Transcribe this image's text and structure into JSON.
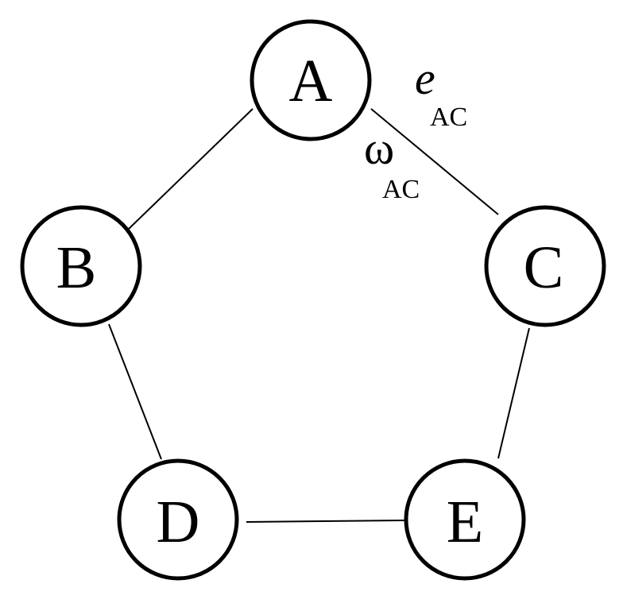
{
  "nodes": [
    {
      "id": "A",
      "label": "A"
    },
    {
      "id": "B",
      "label": "B"
    },
    {
      "id": "C",
      "label": "C"
    },
    {
      "id": "D",
      "label": "D"
    },
    {
      "id": "E",
      "label": "E"
    }
  ],
  "edges": [
    {
      "from": "A",
      "to": "B"
    },
    {
      "from": "A",
      "to": "C"
    },
    {
      "from": "B",
      "to": "D"
    },
    {
      "from": "C",
      "to": "E"
    },
    {
      "from": "D",
      "to": "E"
    }
  ],
  "edge_labels": {
    "e_ac": {
      "symbol": "e",
      "subscript": "AC"
    },
    "omega_ac": {
      "symbol": "ω",
      "subscript": "AC"
    }
  }
}
